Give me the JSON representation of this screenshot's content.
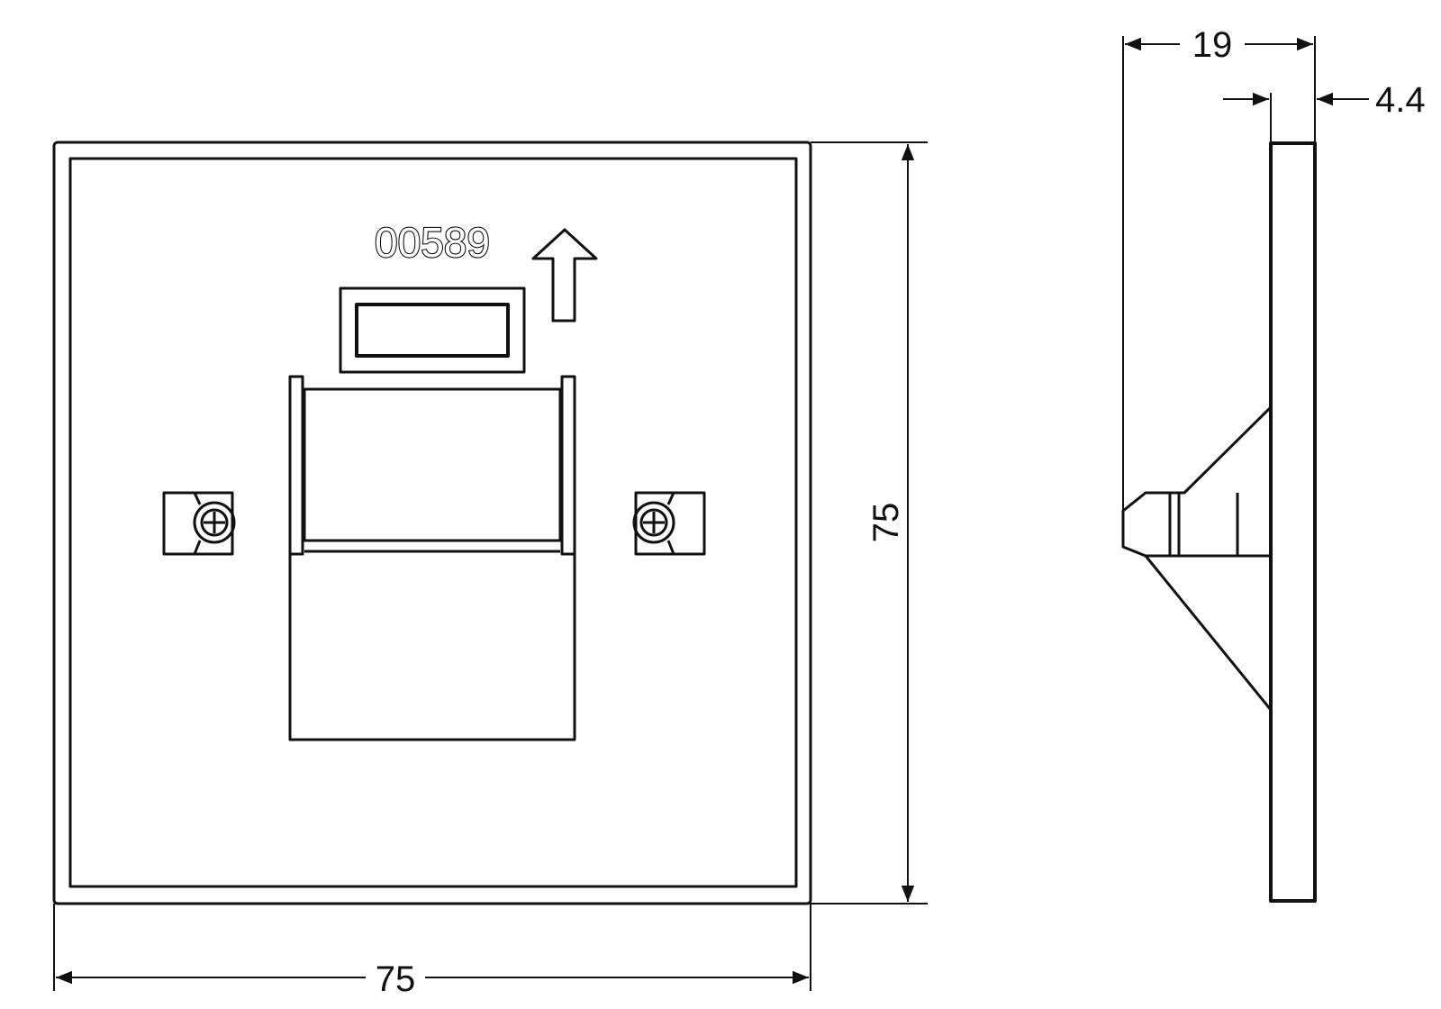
{
  "front_view": {
    "model_label": "00589",
    "arrow_icon": "up-arrow-icon"
  },
  "dimensions": {
    "width": "75",
    "height": "75",
    "depth": "19",
    "plate_thickness": "4.4"
  }
}
